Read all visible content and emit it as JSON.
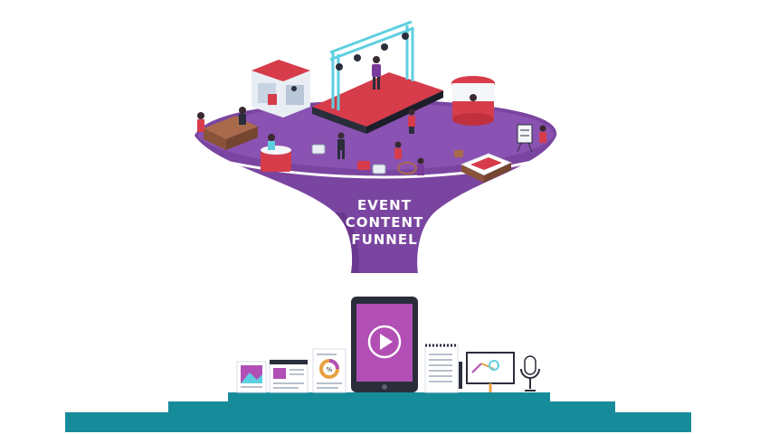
{
  "funnel": {
    "title_lines": [
      "EVENT",
      "CONTENT",
      "FUNNEL"
    ]
  },
  "colors": {
    "funnel_purple": "#7a45a0",
    "funnel_rim": "#6b3890",
    "podium_teal": "#168c9a",
    "stage_red": "#d63c4a",
    "truss_cyan": "#5ecfe0",
    "tablet_screen": "#b14fb5",
    "dark": "#2a2d3a"
  },
  "icons": [
    "image-icon",
    "web-page-icon",
    "report-chart-icon",
    "video-tablet-icon",
    "notes-icon",
    "presentation-board-icon",
    "microphone-icon"
  ]
}
